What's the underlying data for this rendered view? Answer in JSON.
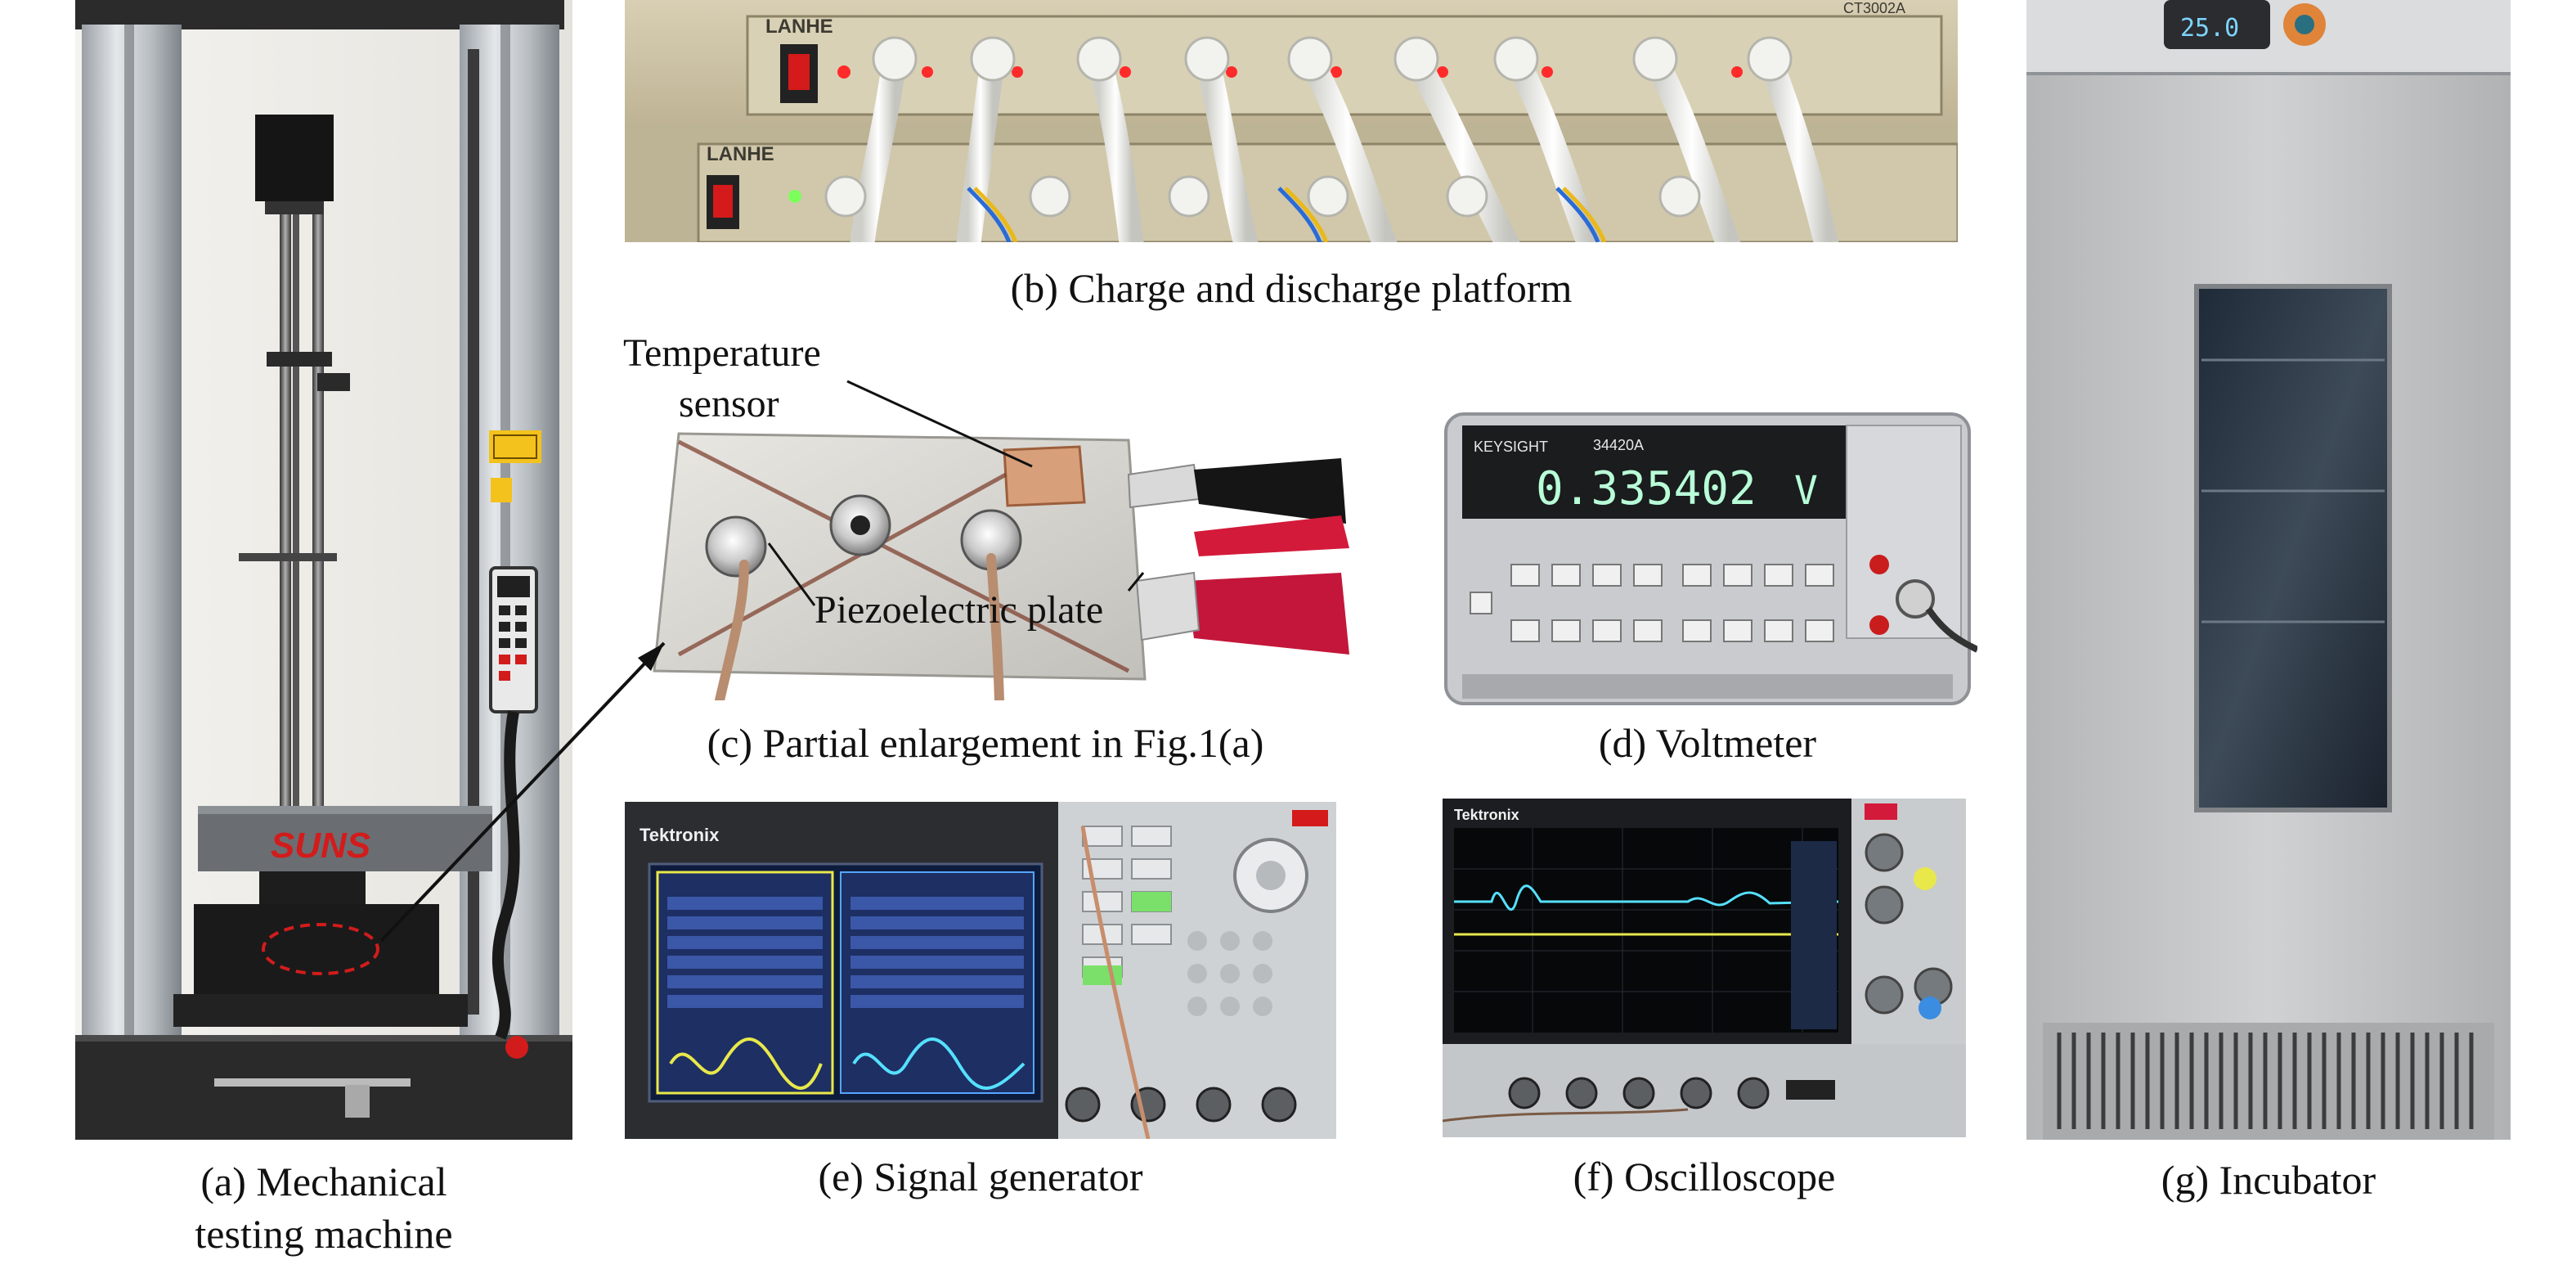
{
  "captions": {
    "a_line1": "(a) Mechanical",
    "a_line2": "testing machine",
    "b": "(b) Charge and discharge platform",
    "c": "(c) Partial enlargement in Fig.1(a)",
    "d": "(d) Voltmeter",
    "e": "(e) Signal generator",
    "f": "(f) Oscilloscope",
    "g": "(g) Incubator"
  },
  "annotations": {
    "temp_line1": "Temperature",
    "temp_line2": "sensor",
    "piezo": "Piezoelectric plate"
  },
  "device_text": {
    "machine_brand": "SUNS",
    "lanhe_top": "LANHE",
    "lanhe_bottom": "LANHE",
    "lanhe_model": "CT3002A",
    "voltmeter_brand": "KEYSIGHT",
    "voltmeter_model": "34420A",
    "voltmeter_reading": "0.335402",
    "voltmeter_unit": "V",
    "siggen_brand": "Tektronix",
    "osc_brand": "Tektronix",
    "incubator_display": "25.0"
  },
  "colors": {
    "panel_border": "#1a1a1a",
    "led_red": "#ff2b2b",
    "led_green": "#7cff5a",
    "vfd_green": "#b8ffd8",
    "screen_blue": "#0d1b3d",
    "trace_yellow": "#e8e84a",
    "trace_cyan": "#55e0ff",
    "machine_red": "#d21c1c"
  }
}
